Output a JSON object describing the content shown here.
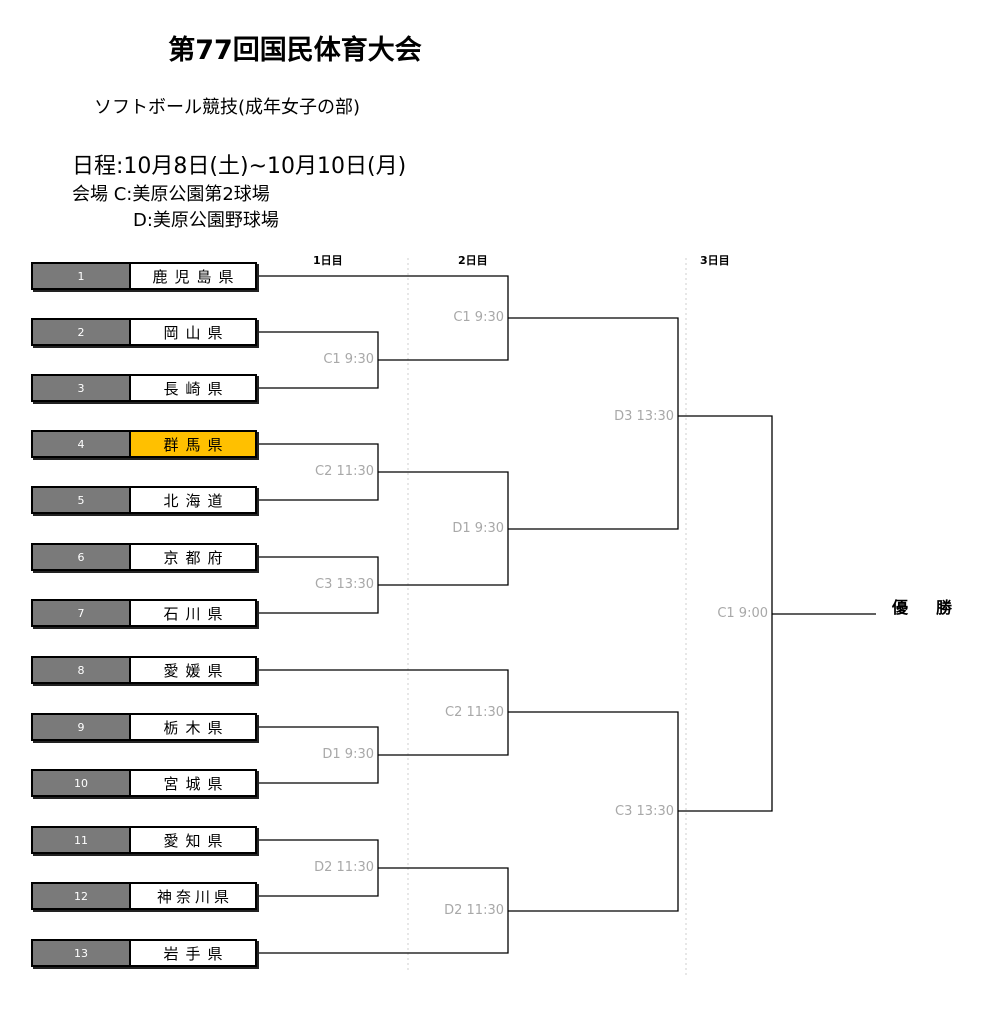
{
  "header": {
    "title": "第77回国民体育大会",
    "subtitle": "ソフトボール競技(成年女子の部)",
    "schedule": "日程:10月8日(土)~10月10日(月)",
    "venue_c": "会場 C:美原公園第2球場",
    "venue_d": "D:美原公園野球場"
  },
  "days": {
    "day1": "1日目",
    "day2": "2日目",
    "day3": "3日目"
  },
  "teams": [
    {
      "seed": "1",
      "name": "鹿児島県"
    },
    {
      "seed": "2",
      "name": "岡山県"
    },
    {
      "seed": "3",
      "name": "長崎県"
    },
    {
      "seed": "4",
      "name": "群馬県"
    },
    {
      "seed": "5",
      "name": "北海道"
    },
    {
      "seed": "6",
      "name": "京都府"
    },
    {
      "seed": "7",
      "name": "石川県"
    },
    {
      "seed": "8",
      "name": "愛媛県"
    },
    {
      "seed": "9",
      "name": "栃木県"
    },
    {
      "seed": "10",
      "name": "宮城県"
    },
    {
      "seed": "11",
      "name": "愛知県"
    },
    {
      "seed": "12",
      "name": "神奈川県"
    },
    {
      "seed": "13",
      "name": "岩手県"
    }
  ],
  "highlight_color": "#ffc000",
  "matches": {
    "r1": [
      "C1 9:30",
      "C2 11:30",
      "C3 13:30",
      "D1 9:30",
      "D2 11:30"
    ],
    "r2": [
      "C1 9:30",
      "D1 9:30",
      "C2 11:30",
      "D2 11:30"
    ],
    "r3": [
      "D3 13:30",
      "C3 13:30"
    ],
    "final": "C1 9:00"
  },
  "champion": "優勝"
}
